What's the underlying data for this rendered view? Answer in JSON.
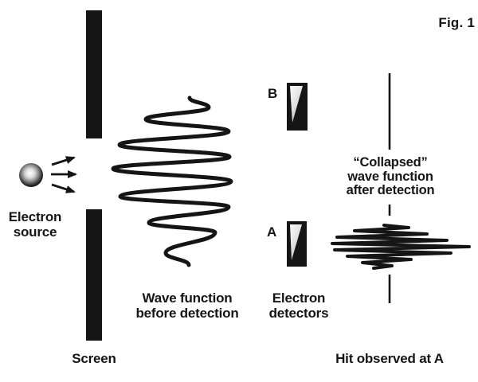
{
  "figure": {
    "fig_label": "Fig. 1",
    "ink_color": "#151515",
    "paper_color": "#ffffff",
    "detector_wedge_color": "#f0f0f0"
  },
  "source": {
    "label_lines": [
      "Electron",
      "source"
    ]
  },
  "screen": {
    "label": "Screen"
  },
  "wave_before": {
    "label_lines": [
      "Wave function",
      "before detection"
    ]
  },
  "detectors": {
    "b_label": "B",
    "a_label": "A",
    "label_lines": [
      "Electron",
      "detectors"
    ]
  },
  "collapsed_wave": {
    "label_lines": [
      "“Collapsed”",
      "wave function",
      "after detection"
    ]
  },
  "hit": {
    "label": "Hit observed at A"
  }
}
